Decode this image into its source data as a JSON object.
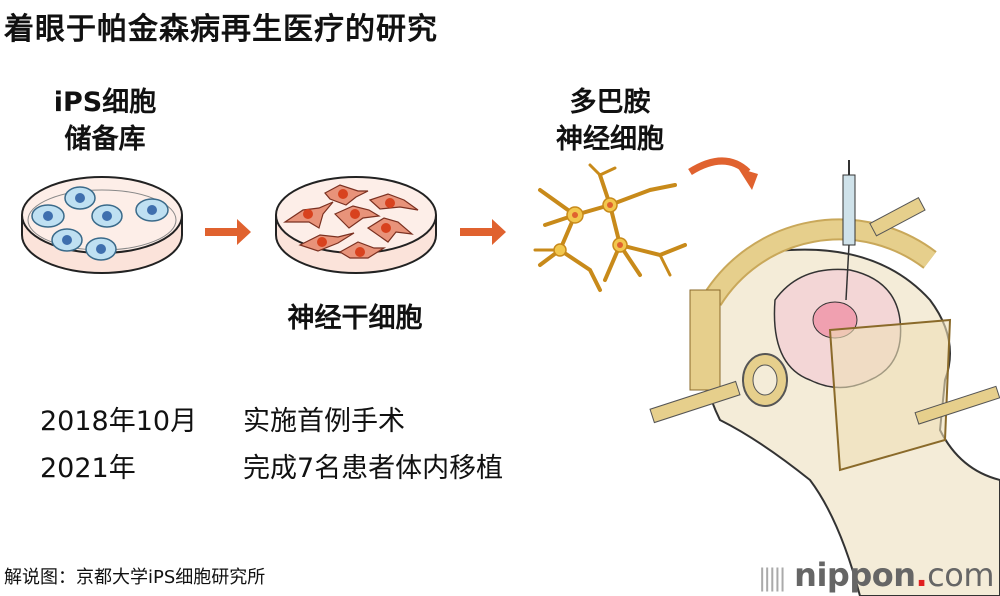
{
  "title": "着眼于帕金森病再生医疗的研究",
  "steps": {
    "ips_bank": {
      "line1": "iPS细胞",
      "line2": "储备库"
    },
    "neural_stem": "神经干细胞",
    "dopamine": {
      "line1": "多巴胺",
      "line2": "神经细胞"
    }
  },
  "timeline": [
    {
      "date": "2018年10月",
      "event": "实施首例手术"
    },
    {
      "date": "2021年",
      "event": "完成7名患者体内移植"
    }
  ],
  "caption": "解说图：京都大学iPS细胞研究所",
  "logo": {
    "name": "nippon",
    "dot": ".",
    "suffix": "com"
  },
  "colors": {
    "arrow": "#e0622f",
    "dish": "#fbe3da",
    "ips_cell": "#bfe0f2",
    "neuron": "#f2c74e",
    "frame": "#e6cf8c"
  }
}
